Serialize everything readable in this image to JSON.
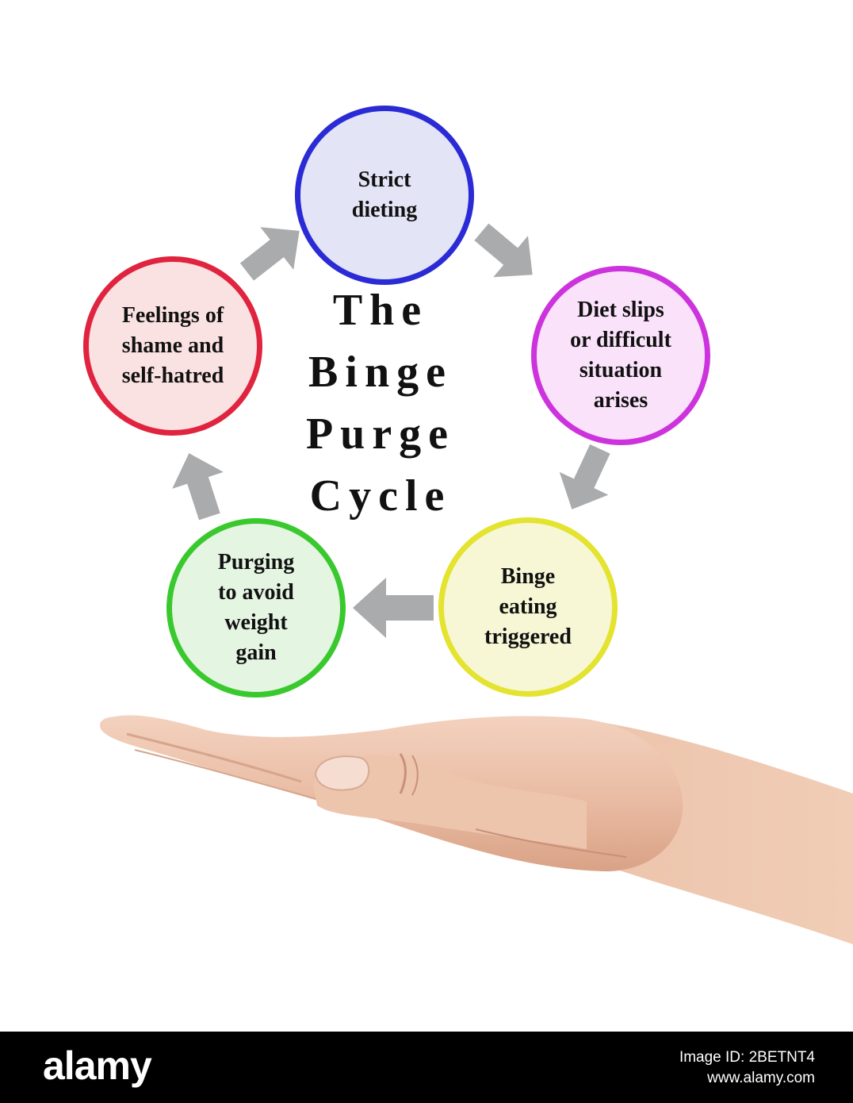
{
  "diagram": {
    "title": "The\nBinge\nPurge\nCycle",
    "nodes": {
      "strict": {
        "label": "Strict\ndieting"
      },
      "slips": {
        "label": "Diet slips\nor difficult\nsituation\narises"
      },
      "binge": {
        "label": "Binge\neating\ntriggered"
      },
      "purge": {
        "label": "Purging\nto avoid\nweight\ngain"
      },
      "shame": {
        "label": "Feelings of\nshame and\nself-hatred"
      }
    },
    "arrow_color": "#a9abad"
  },
  "watermark": {
    "brand": "alamy",
    "image_id": "Image ID: 2BETNT4",
    "site": "www.alamy.com"
  }
}
